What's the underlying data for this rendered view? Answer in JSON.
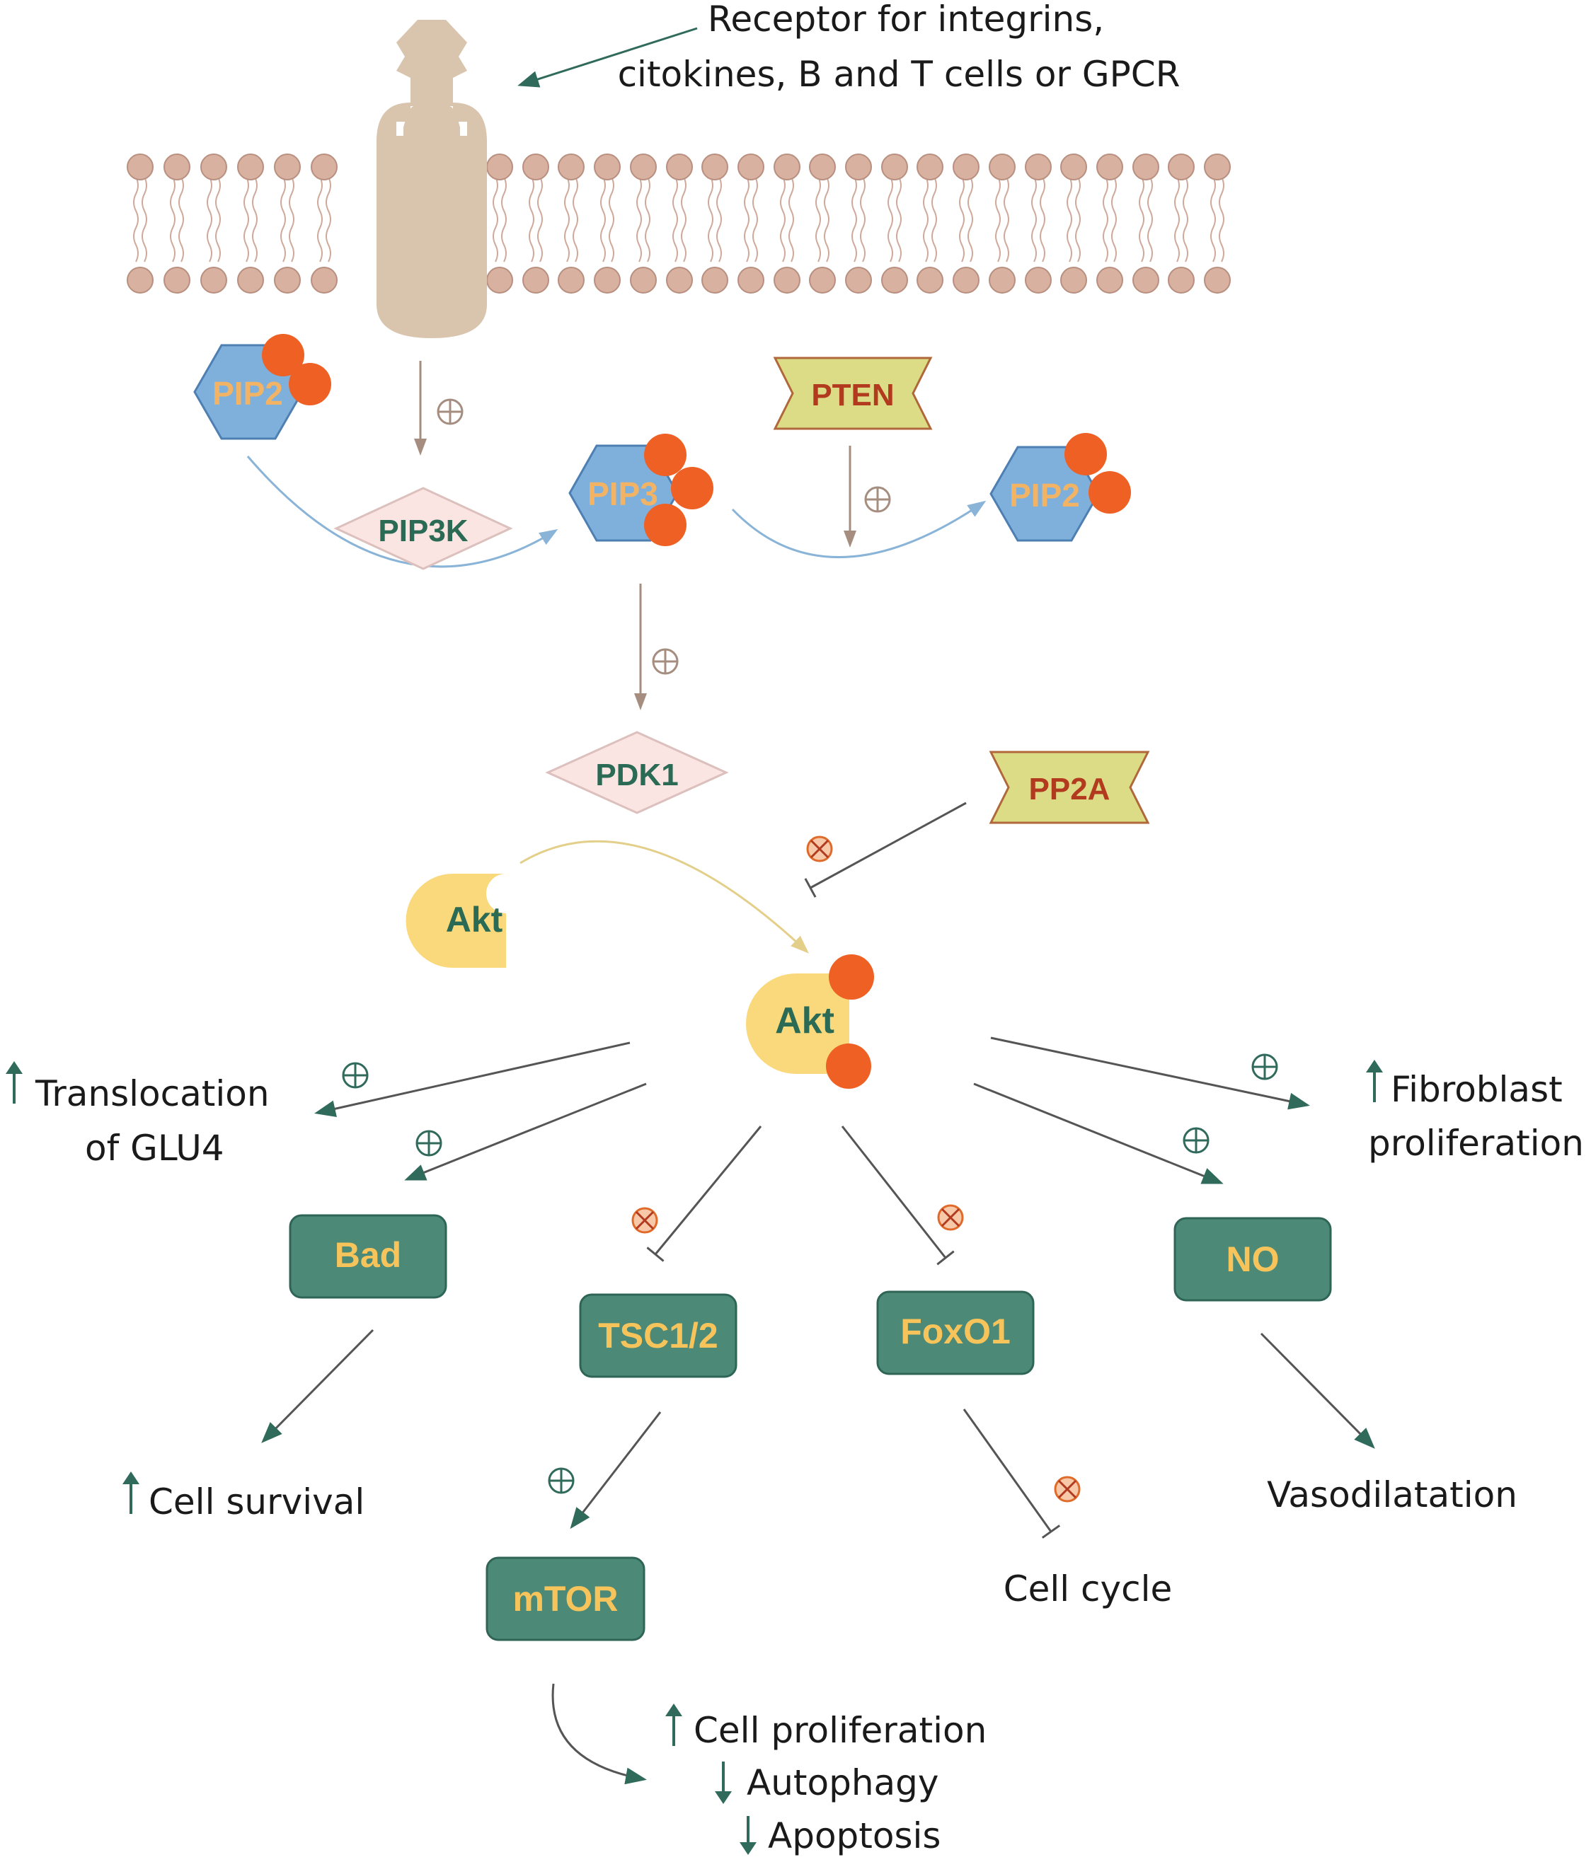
{
  "colors": {
    "receptor": "#d9c4ae",
    "lipid_head": "#d8b1a0",
    "hexagon_fill": "#7fb0dc",
    "hexagon_stroke": "#4e7fb3",
    "hexagon_text": "#f2b464",
    "phosphate": "#ee6024",
    "kinase_fill": "#fbe5e2",
    "kinase_stroke": "#dcc0bd",
    "kinase_text": "#2b6a55",
    "phosphatase_fill": "#dcdc86",
    "phosphatase_stroke": "#b0683a",
    "phosphatase_text": "#b23a1f",
    "akt_fill": "#f9d97b",
    "akt_text": "#2b6a55",
    "box_fill": "#4c8a77",
    "box_stroke": "#2f6556",
    "box_text": "#f6c45b",
    "arrow_teal": "#2f6a5a",
    "arrow_brown": "#a58d7f",
    "arrow_blue": "#8ab4d7",
    "arrow_yellow": "#e3cf8a",
    "inhibit_line": "#555555",
    "activation_symbol": "#2f6a5a",
    "inhibition_symbol": "#e06a2a",
    "up_down_arrow": "#2f6a5a"
  },
  "labels": {
    "receptor_line1": "Receptor for integrins,",
    "receptor_line2": "citokines, B and T cells or GPCR",
    "glu4_line1": "Translocation",
    "glu4_line2": "of GLU4",
    "fibroblast_line1": "Fibroblast",
    "fibroblast_line2": "proliferation",
    "cell_survival": "Cell survival",
    "vasodilatation": "Vasodilatation",
    "cell_cycle": "Cell cycle",
    "cell_proliferation": "Cell proliferation",
    "autophagy": "Autophagy",
    "apoptosis": "Apoptosis"
  },
  "nodes": {
    "pip2_left": "PIP2",
    "pip3": "PIP3",
    "pip2_right": "PIP2",
    "pip3k": "PIP3K",
    "pten": "PTEN",
    "pdk1": "PDK1",
    "pp2a": "PP2A",
    "akt_inactive": "Akt",
    "akt_active": "Akt",
    "bad": "Bad",
    "tsc": "TSC1/2",
    "foxo1": "FoxO1",
    "no": "NO",
    "mtor": "mTOR"
  },
  "icons": {
    "activation": "circle-plus-icon",
    "inhibition": "circle-x-icon",
    "increase": "up-arrow-icon",
    "decrease": "down-arrow-icon"
  }
}
